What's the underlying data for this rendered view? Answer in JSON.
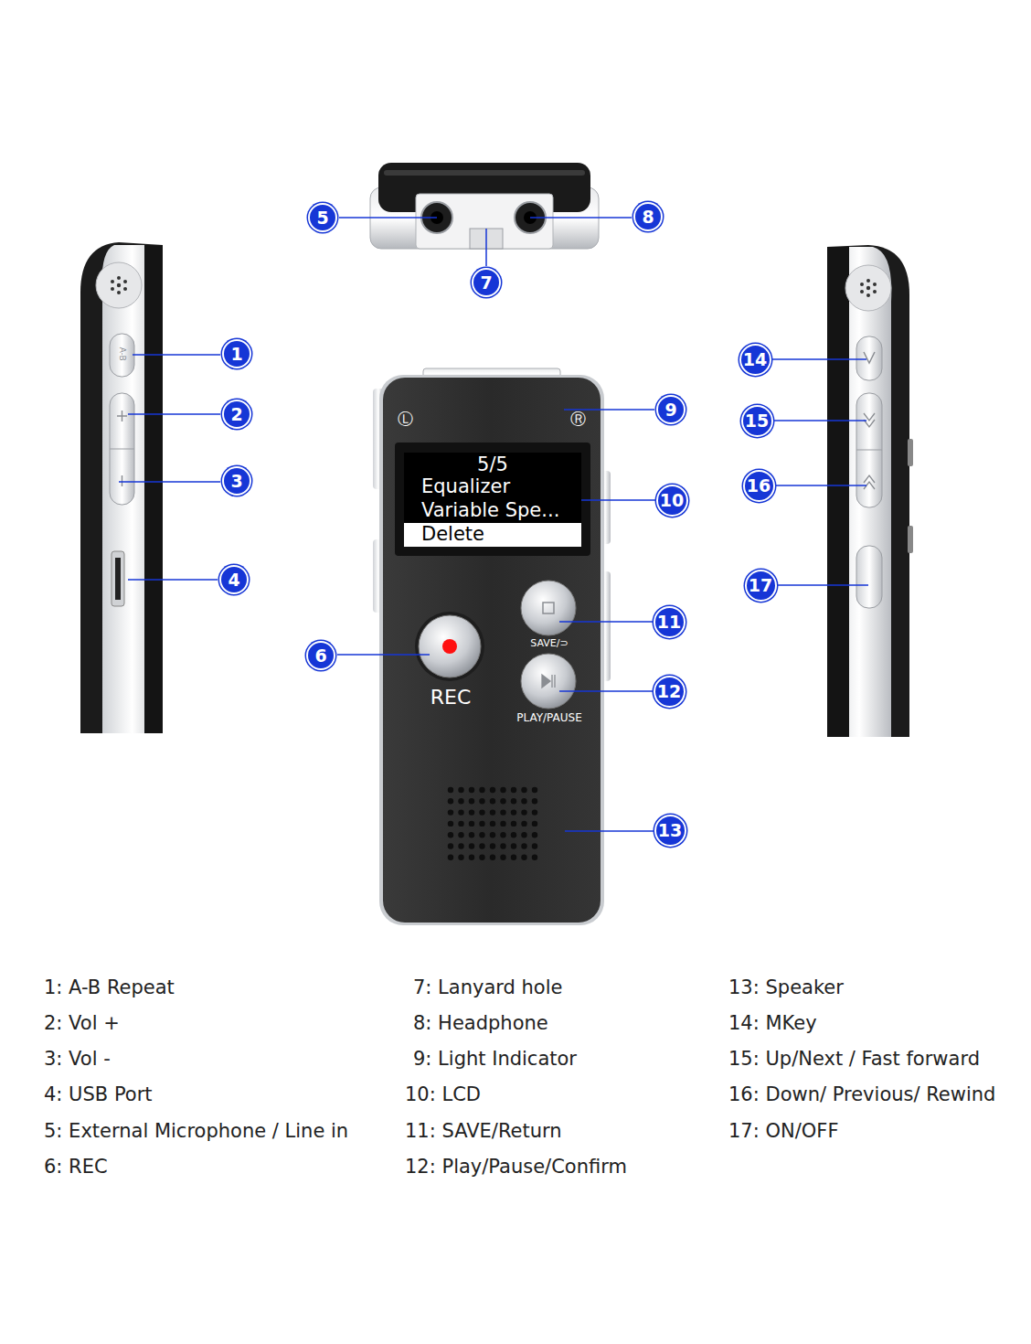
{
  "diagram": {
    "nodes": [
      {
        "text": [
          "1"
        ]
      },
      {
        "text": [
          "2"
        ]
      },
      {
        "text": [
          "3"
        ]
      },
      {
        "text": [
          "4"
        ]
      },
      {
        "text": [
          "5"
        ]
      },
      {
        "text": [
          "6"
        ]
      },
      {
        "text": [
          "7"
        ]
      },
      {
        "text": [
          "8"
        ]
      },
      {
        "text": [
          "9"
        ]
      },
      {
        "text": [
          "10"
        ]
      },
      {
        "text": [
          "11"
        ]
      },
      {
        "text": [
          "12"
        ]
      },
      {
        "text": [
          "13"
        ]
      },
      {
        "text": [
          "14"
        ]
      },
      {
        "text": [
          "15"
        ]
      },
      {
        "text": [
          "16"
        ]
      },
      {
        "text": [
          "17"
        ]
      },
      {
        "text": [
          "5/5",
          "Equalizer",
          "Variable Spe...",
          "Delete"
        ]
      }
    ],
    "labels": [
      "Ⓛ",
      "Ⓡ",
      "REC",
      "SAVE/⊃",
      "PLAY/PAUSE",
      "A-B",
      "1: A-B Repeat",
      "2: Vol +",
      "3: Vol -",
      "4: USB Port",
      "5: External Microphone / Line in",
      "6: REC",
      "7: Lanyard hole",
      "8: Headphone",
      "9: Light Indicator",
      "10: LCD",
      "11: SAVE/Return",
      "12: Play/Pause/Confirm",
      "13: Speaker",
      "14: MKey",
      "15: Up/Next / Fast forward",
      "16: Down/ Previous/ Rewind",
      "17: ON/OFF"
    ]
  }
}
